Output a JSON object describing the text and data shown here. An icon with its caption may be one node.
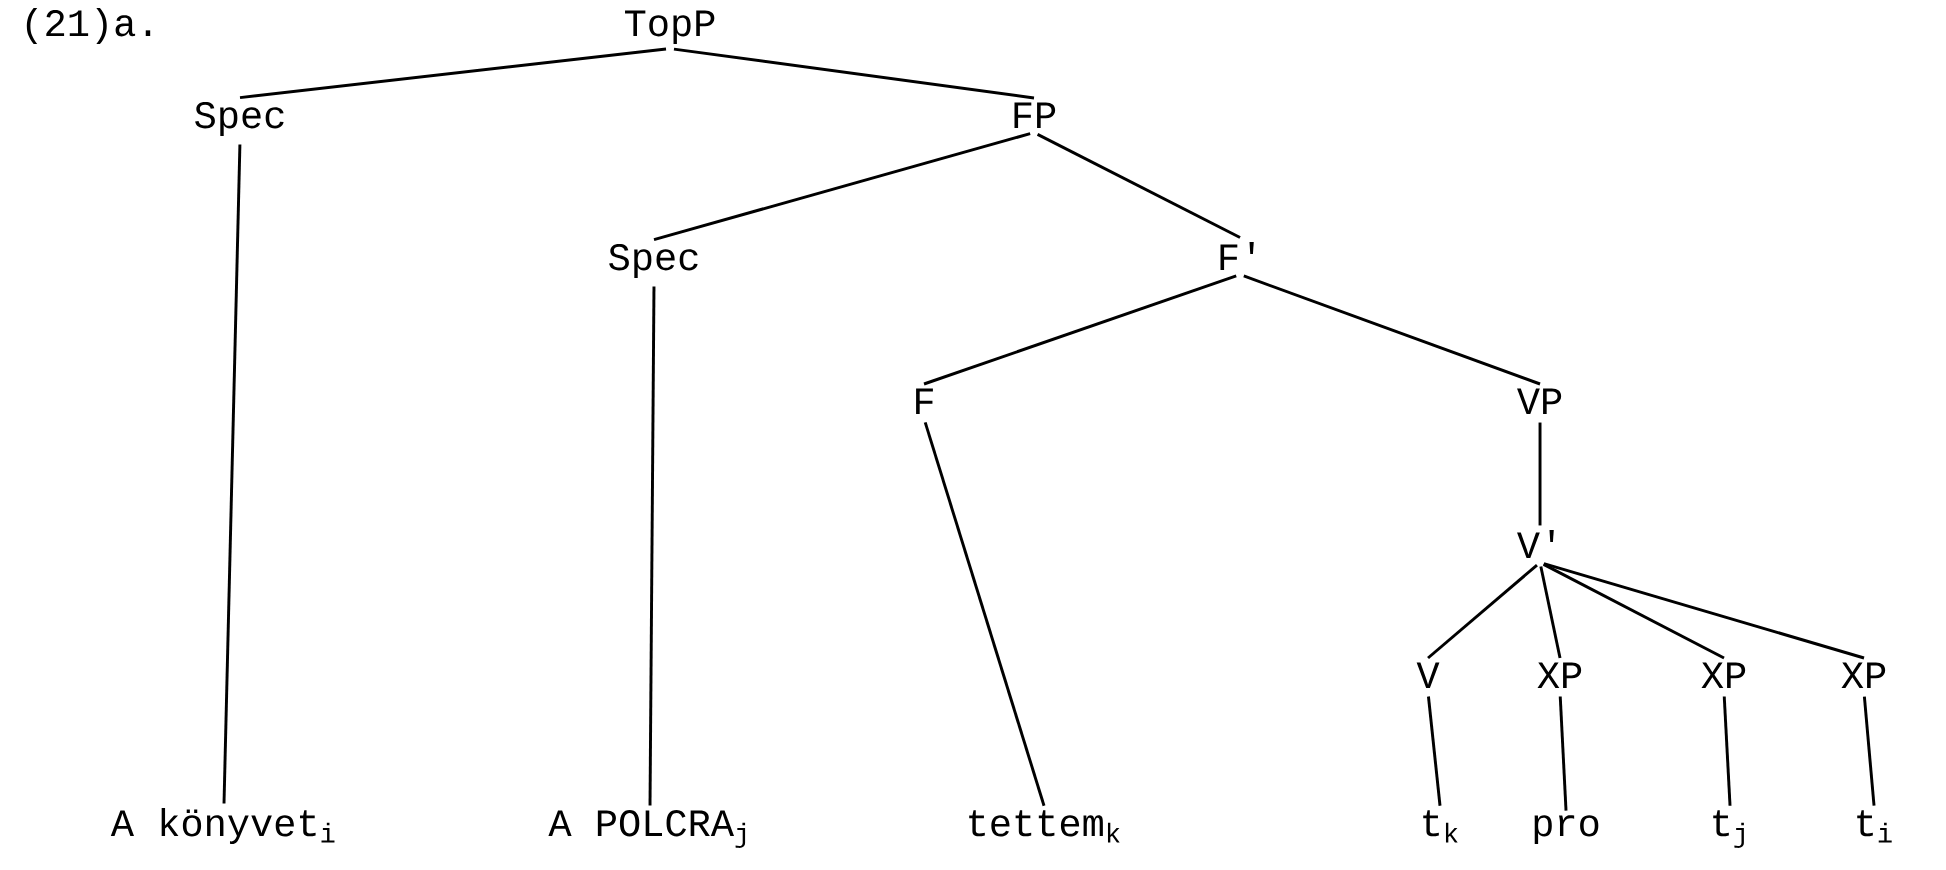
{
  "diagram": {
    "nodes": [
      {
        "text": [
          "TopP"
        ]
      },
      {
        "text": [
          "Spec"
        ]
      },
      {
        "text": [
          "FP"
        ]
      },
      {
        "text": [
          "Spec"
        ]
      },
      {
        "text": [
          "F′"
        ]
      },
      {
        "text": [
          "F"
        ]
      },
      {
        "text": [
          "VP"
        ]
      },
      {
        "text": [
          "V′"
        ]
      },
      {
        "text": [
          "V"
        ]
      },
      {
        "text": [
          "XP"
        ]
      },
      {
        "text": [
          "XP"
        ]
      },
      {
        "text": [
          "XP"
        ]
      },
      {
        "text": [
          "A könyvet$_{i}$"
        ]
      },
      {
        "text": [
          "A POLCRA$_{j}$"
        ]
      },
      {
        "text": [
          "tettem$_{k}$"
        ]
      },
      {
        "text": [
          "t$_{k}$"
        ]
      },
      {
        "text": [
          "pro"
        ]
      },
      {
        "text": [
          "t$_{j}$"
        ]
      },
      {
        "text": [
          "t$_{i}$"
        ]
      }
    ],
    "edges": [
      {
        "from": 0,
        "to": 1,
        "arrow": "none"
      },
      {
        "from": 0,
        "to": 2,
        "arrow": "none"
      },
      {
        "from": 1,
        "to": 12,
        "arrow": "none"
      },
      {
        "from": 2,
        "to": 3,
        "arrow": "none"
      },
      {
        "from": 2,
        "to": 4,
        "arrow": "none"
      },
      {
        "from": 3,
        "to": 13,
        "arrow": "none"
      },
      {
        "from": 4,
        "to": 5,
        "arrow": "none"
      },
      {
        "from": 4,
        "to": 6,
        "arrow": "none"
      },
      {
        "from": 5,
        "to": 14,
        "arrow": "none"
      },
      {
        "from": 6,
        "to": 7,
        "arrow": "none"
      },
      {
        "from": 7,
        "to": 8,
        "arrow": "none"
      },
      {
        "from": 7,
        "to": 9,
        "arrow": "none"
      },
      {
        "from": 7,
        "to": 10,
        "arrow": "none"
      },
      {
        "from": 7,
        "to": 11,
        "arrow": "none"
      },
      {
        "from": 8,
        "to": 15,
        "arrow": "none"
      },
      {
        "from": 9,
        "to": 16,
        "arrow": "none"
      },
      {
        "from": 10,
        "to": 17,
        "arrow": "none"
      },
      {
        "from": 11,
        "to": 18,
        "arrow": "none"
      }
    ],
    "labels": [
      "(21)a."
    ]
  }
}
